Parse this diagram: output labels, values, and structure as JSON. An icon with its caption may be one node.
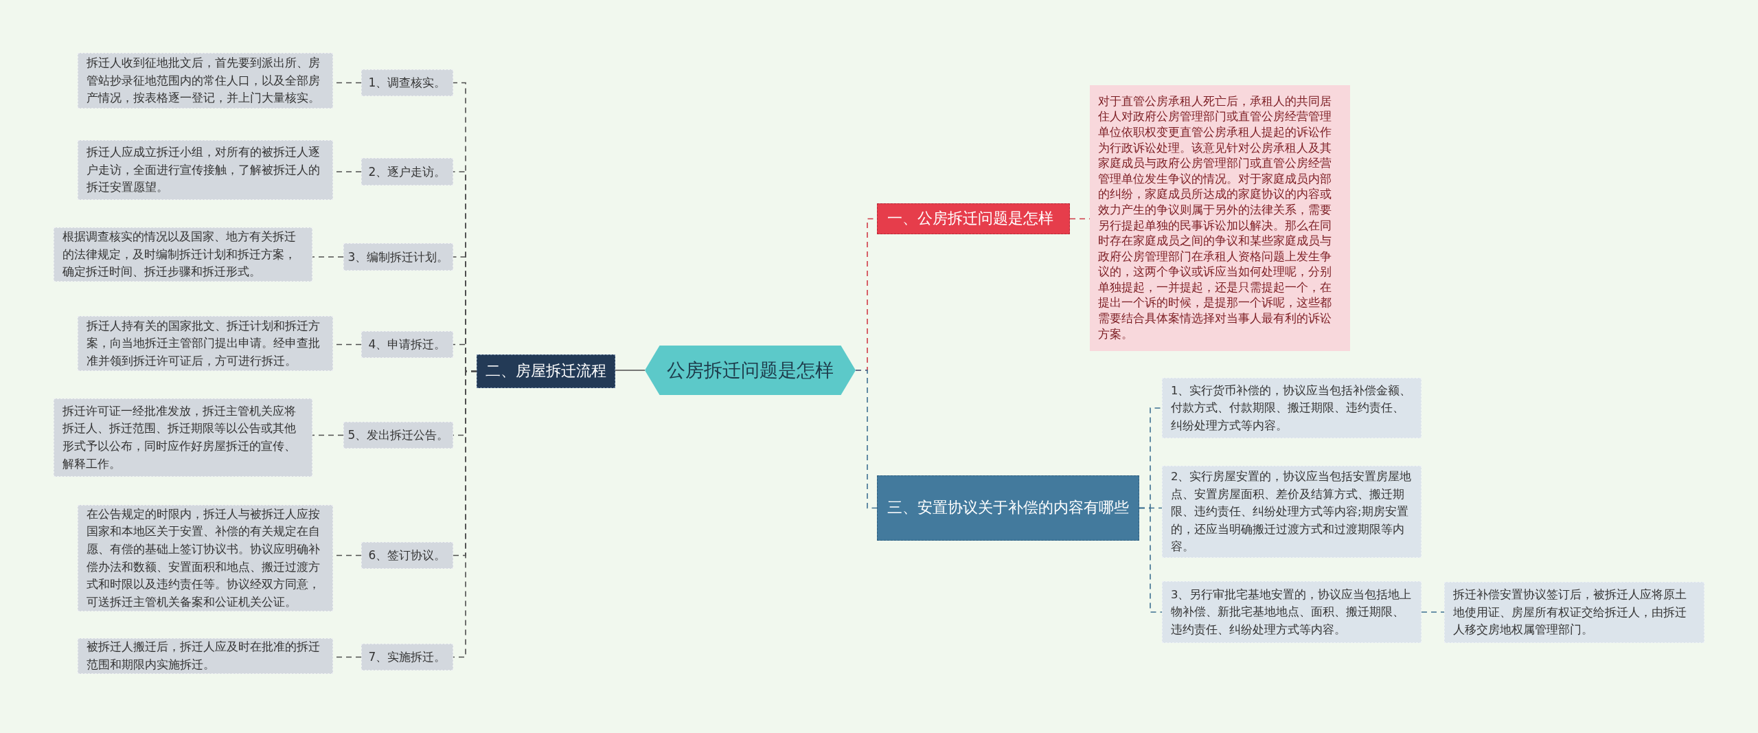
{
  "diagram": {
    "nodes": [
      {
        "text": [
          "公房拆迁问题是怎样"
        ]
      },
      {
        "text": [
          "二、房屋拆迁流程"
        ]
      },
      {
        "text": [
          "1、调查核实。"
        ]
      },
      {
        "text": [
          "2、逐户走访。"
        ]
      },
      {
        "text": [
          "3、编制拆迁计划。"
        ]
      },
      {
        "text": [
          "4、申请拆迁。"
        ]
      },
      {
        "text": [
          "5、发出拆迁公告。"
        ]
      },
      {
        "text": [
          "6、签订协议。"
        ]
      },
      {
        "text": [
          "7、实施拆迁。"
        ]
      },
      {
        "text": [
          "拆迁人收到征地批文后，首先要到派出所、房管站抄录征地范围内的常住人口，以及全部房产情况，按表格逐一登记，并上门大量核实。"
        ]
      },
      {
        "text": [
          "拆迁人应成立拆迁小组，对所有的被拆迁人逐户走访，全面进行宣传接触，了解被拆迁人的拆迁安置愿望。"
        ]
      },
      {
        "text": [
          "根据调查核实的情况以及国家、地方有关拆迁的法律规定，及时编制拆迁计划和拆迁方案，确定拆迁时间、拆迁步骤和拆迁形式。"
        ]
      },
      {
        "text": [
          "拆迁人持有关的国家批文、拆迁计划和拆迁方案，向当地拆迁主管部门提出申请。经申查批准并领到拆迁许可证后，方可进行拆迁。"
        ]
      },
      {
        "text": [
          "拆迁许可证一经批准发放，拆迁主管机关应将拆迁人、拆迁范围、拆迁期限等以公告或其他形式予以公布，同时应作好房屋拆迁的宣传、解释工作。"
        ]
      },
      {
        "text": [
          "在公告规定的时限内，拆迁人与被拆迁人应按国家和本地区关于安置、补偿的有关规定在自愿、有偿的基础上签订协议书。协议应明确补偿办法和数额、安置面积和地点、搬迁过渡方式和时限以及违约责任等。协议经双方同意，可送拆迁主管机关备案和公证机关公证。"
        ]
      },
      {
        "text": [
          "被拆迁人搬迁后，拆迁人应及时在批准的拆迁范围和期限内实施拆迁。"
        ]
      },
      {
        "text": [
          "一、公房拆迁问题是怎样"
        ]
      },
      {
        "text": [
          "对于直管公房承租人死亡后，承租人的共同居住人对政府公房管理部门或直管公房经营管理单位依职权变更直管公房承租人提起的诉讼作为行政诉讼处理。该意见针对公房承租人及其家庭成员与政府公房管理部门或直管公房经营管理单位发生争议的情况。对于家庭成员内部的纠纷，家庭成员所达成的家庭协议的内容或效力产生的争议则属于另外的法律关系，需要另行提起单独的民事诉讼加以解决。那么在同时存在家庭成员之间的争议和某些家庭成员与政府公房管理部门在承租人资格问题上发生争议的，这两个争议或诉应当如何处理呢，分别单独提起，一并提起，还是只需提起一个，在提出一个诉的时候，是提那一个诉呢，这些都需要结合具体案情选择对当事人最有利的诉讼方案。"
        ]
      },
      {
        "text": [
          "三、安置协议关于补偿的内容有哪些"
        ]
      },
      {
        "text": [
          "1、实行货币补偿的，协议应当包括补偿金额、付款方式、付款期限、搬迁期限、违约责任、纠纷处理方式等内容。"
        ]
      },
      {
        "text": [
          "2、实行房屋安置的，协议应当包括安置房屋地点、安置房屋面积、差价及结算方式、搬迁期限、违约责任、纠纷处理方式等内容;期房安置的，还应当明确搬迁过渡方式和过渡期限等内容。"
        ]
      },
      {
        "text": [
          "3、另行审批宅基地安置的，协议应当包括地上物补偿、新批宅基地地点、面积、搬迁期限、违约责任、纠纷处理方式等内容。"
        ]
      },
      {
        "text": [
          "拆迁补偿安置协议签订后，被拆迁人应将原土地使用证、房屋所有权证交给拆迁人，由拆迁人移交房地权属管理部门。"
        ]
      }
    ],
    "edges": [
      {
        "from": 0,
        "to": 1,
        "arrow": "none"
      },
      {
        "from": 1,
        "to": 2,
        "arrow": "none",
        "style": "dashed"
      },
      {
        "from": 1,
        "to": 3,
        "arrow": "none",
        "style": "dashed"
      },
      {
        "from": 1,
        "to": 4,
        "arrow": "none",
        "style": "dashed"
      },
      {
        "from": 1,
        "to": 5,
        "arrow": "none",
        "style": "dashed"
      },
      {
        "from": 1,
        "to": 6,
        "arrow": "none",
        "style": "dashed"
      },
      {
        "from": 1,
        "to": 7,
        "arrow": "none",
        "style": "dashed"
      },
      {
        "from": 1,
        "to": 8,
        "arrow": "none",
        "style": "dashed"
      },
      {
        "from": 2,
        "to": 9,
        "arrow": "none",
        "style": "dashed"
      },
      {
        "from": 3,
        "to": 10,
        "arrow": "none",
        "style": "dashed"
      },
      {
        "from": 4,
        "to": 11,
        "arrow": "none",
        "style": "dashed"
      },
      {
        "from": 5,
        "to": 12,
        "arrow": "none",
        "style": "dashed"
      },
      {
        "from": 6,
        "to": 13,
        "arrow": "none",
        "style": "dashed"
      },
      {
        "from": 7,
        "to": 14,
        "arrow": "none",
        "style": "dashed"
      },
      {
        "from": 8,
        "to": 15,
        "arrow": "none",
        "style": "dashed"
      },
      {
        "from": 0,
        "to": 16,
        "arrow": "none",
        "style": "dashed",
        "color": "#d03a46"
      },
      {
        "from": 16,
        "to": 17,
        "arrow": "none",
        "style": "dashed",
        "color": "#d03a46"
      },
      {
        "from": 0,
        "to": 18,
        "arrow": "none",
        "style": "dashed",
        "color": "#3d6f91"
      },
      {
        "from": 18,
        "to": 19,
        "arrow": "none",
        "style": "dashed",
        "color": "#3d6f91"
      },
      {
        "from": 18,
        "to": 20,
        "arrow": "none",
        "style": "dashed",
        "color": "#3d6f91"
      },
      {
        "from": 18,
        "to": 21,
        "arrow": "none",
        "style": "dashed",
        "color": "#3d6f91"
      },
      {
        "from": 21,
        "to": 22,
        "arrow": "none",
        "style": "dashed",
        "color": "#3d6f91"
      }
    ]
  }
}
